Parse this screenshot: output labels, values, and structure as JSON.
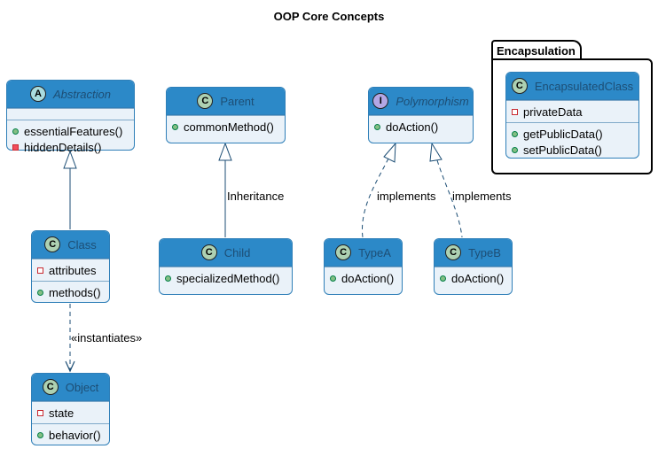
{
  "diagram": {
    "title": "OOP Core Concepts"
  },
  "package": {
    "name": "Encapsulation"
  },
  "classes": {
    "abstraction": {
      "name": "Abstraction",
      "stereotype": "A",
      "methods": [
        {
          "vis": "public",
          "text": "essentialFeatures()"
        },
        {
          "vis": "private-filled",
          "text": "hiddenDetails()"
        }
      ]
    },
    "class": {
      "name": "Class",
      "stereotype": "C",
      "fields": [
        {
          "vis": "private",
          "text": "attributes"
        }
      ],
      "methods": [
        {
          "vis": "public",
          "text": "methods()"
        }
      ]
    },
    "object": {
      "name": "Object",
      "stereotype": "C",
      "fields": [
        {
          "vis": "private",
          "text": "state"
        }
      ],
      "methods": [
        {
          "vis": "public",
          "text": "behavior()"
        }
      ]
    },
    "parent": {
      "name": "Parent",
      "stereotype": "C",
      "methods": [
        {
          "vis": "public",
          "text": "commonMethod()"
        }
      ]
    },
    "child": {
      "name": "Child",
      "stereotype": "C",
      "methods": [
        {
          "vis": "public",
          "text": "specializedMethod()"
        }
      ]
    },
    "polymorphism": {
      "name": "Polymorphism",
      "stereotype": "I",
      "methods": [
        {
          "vis": "public",
          "text": "doAction()"
        }
      ]
    },
    "typeA": {
      "name": "TypeA",
      "stereotype": "C",
      "methods": [
        {
          "vis": "public",
          "text": "doAction()"
        }
      ]
    },
    "typeB": {
      "name": "TypeB",
      "stereotype": "C",
      "methods": [
        {
          "vis": "public",
          "text": "doAction()"
        }
      ]
    },
    "encapsulated": {
      "name": "EncapsulatedClass",
      "stereotype": "C",
      "fields": [
        {
          "vis": "private",
          "text": "privateData"
        }
      ],
      "methods": [
        {
          "vis": "public",
          "text": "getPublicData()"
        },
        {
          "vis": "public",
          "text": "setPublicData()"
        }
      ]
    }
  },
  "relations": {
    "inheritance": "Inheritance",
    "implements_a": "implements",
    "implements_b": "implements",
    "instantiates": "«instantiates»"
  }
}
